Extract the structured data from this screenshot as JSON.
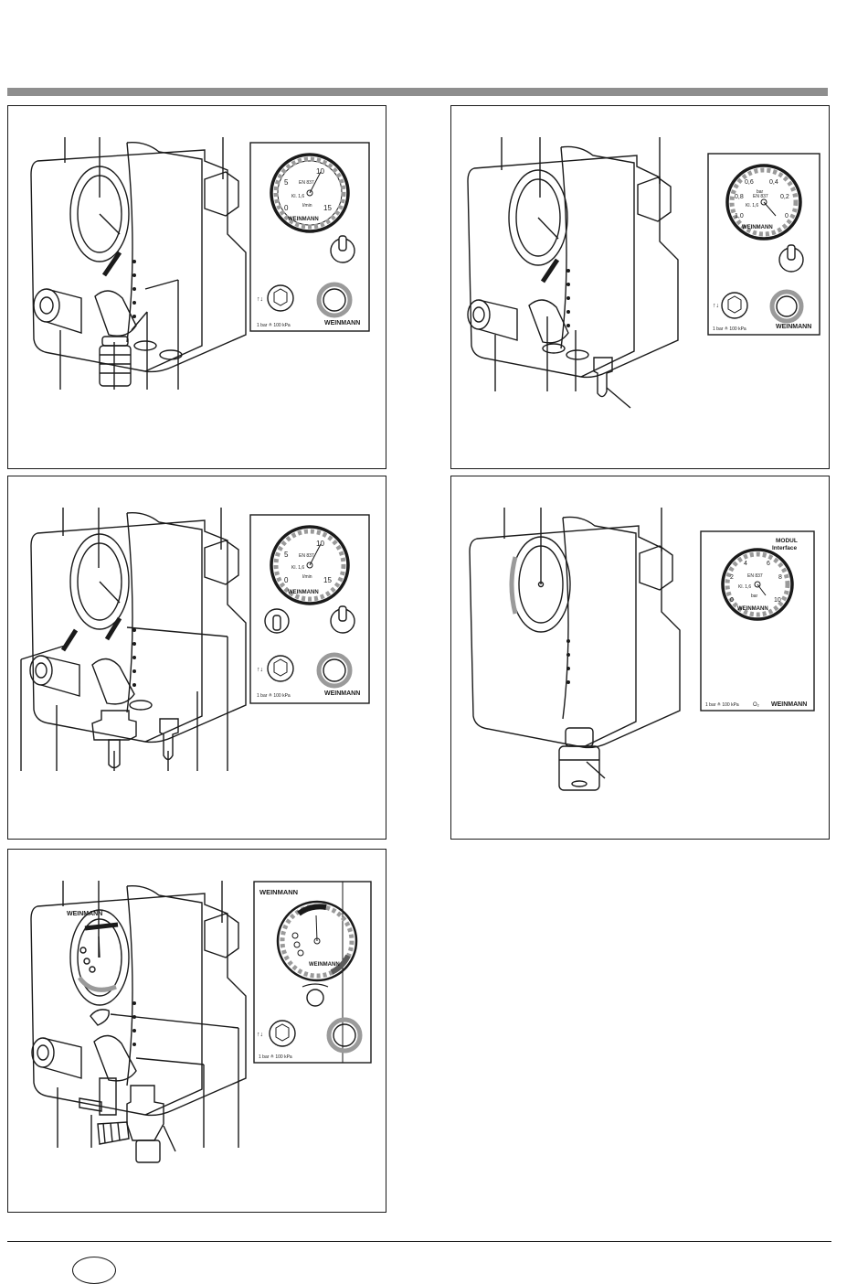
{
  "panels": [
    {
      "id": "a",
      "gauge": {
        "scale": [
          "0",
          "5",
          "10",
          "15"
        ],
        "standard": "EN 837",
        "cl": "Kl. 1,6",
        "unit": "l/min"
      },
      "brand": "WEINMANN",
      "pressure_note": "1 bar ≙ 100 kPa"
    },
    {
      "id": "b",
      "gauge": {
        "scale": [
          "1,0",
          "0,8",
          "0,6",
          "0,4",
          "0,2",
          "0"
        ],
        "standard": "EN 837",
        "cl": "Kl. 1,6",
        "unit": "bar"
      },
      "brand": "WEINMANN",
      "pressure_note": "1 bar ≙ 100 kPa"
    },
    {
      "id": "c",
      "gauge": {
        "scale": [
          "0",
          "5",
          "10",
          "15"
        ],
        "standard": "EN 837",
        "cl": "Kl. 1,6",
        "unit": "l/min"
      },
      "brand": "WEINMANN",
      "pressure_note": "1 bar ≙ 100 kPa"
    },
    {
      "id": "d",
      "header": [
        "MODUL",
        "Interface"
      ],
      "gauge": {
        "scale": [
          "0",
          "2",
          "4",
          "6",
          "8",
          "10"
        ],
        "standard": "EN 837",
        "cl": "Kl. 1,6",
        "unit": "bar"
      },
      "brand": "WEINMANN",
      "gas": "O₂",
      "pressure_note": "1 bar ≙ 100 kPa"
    },
    {
      "id": "e",
      "brand": "WEINMANN",
      "pressure_note": "1 bar ≙ 100 kPa"
    }
  ],
  "colors": {
    "rule": "#8e8e8e",
    "ink": "#1a1a1a",
    "shade": "#9a9a9a"
  }
}
